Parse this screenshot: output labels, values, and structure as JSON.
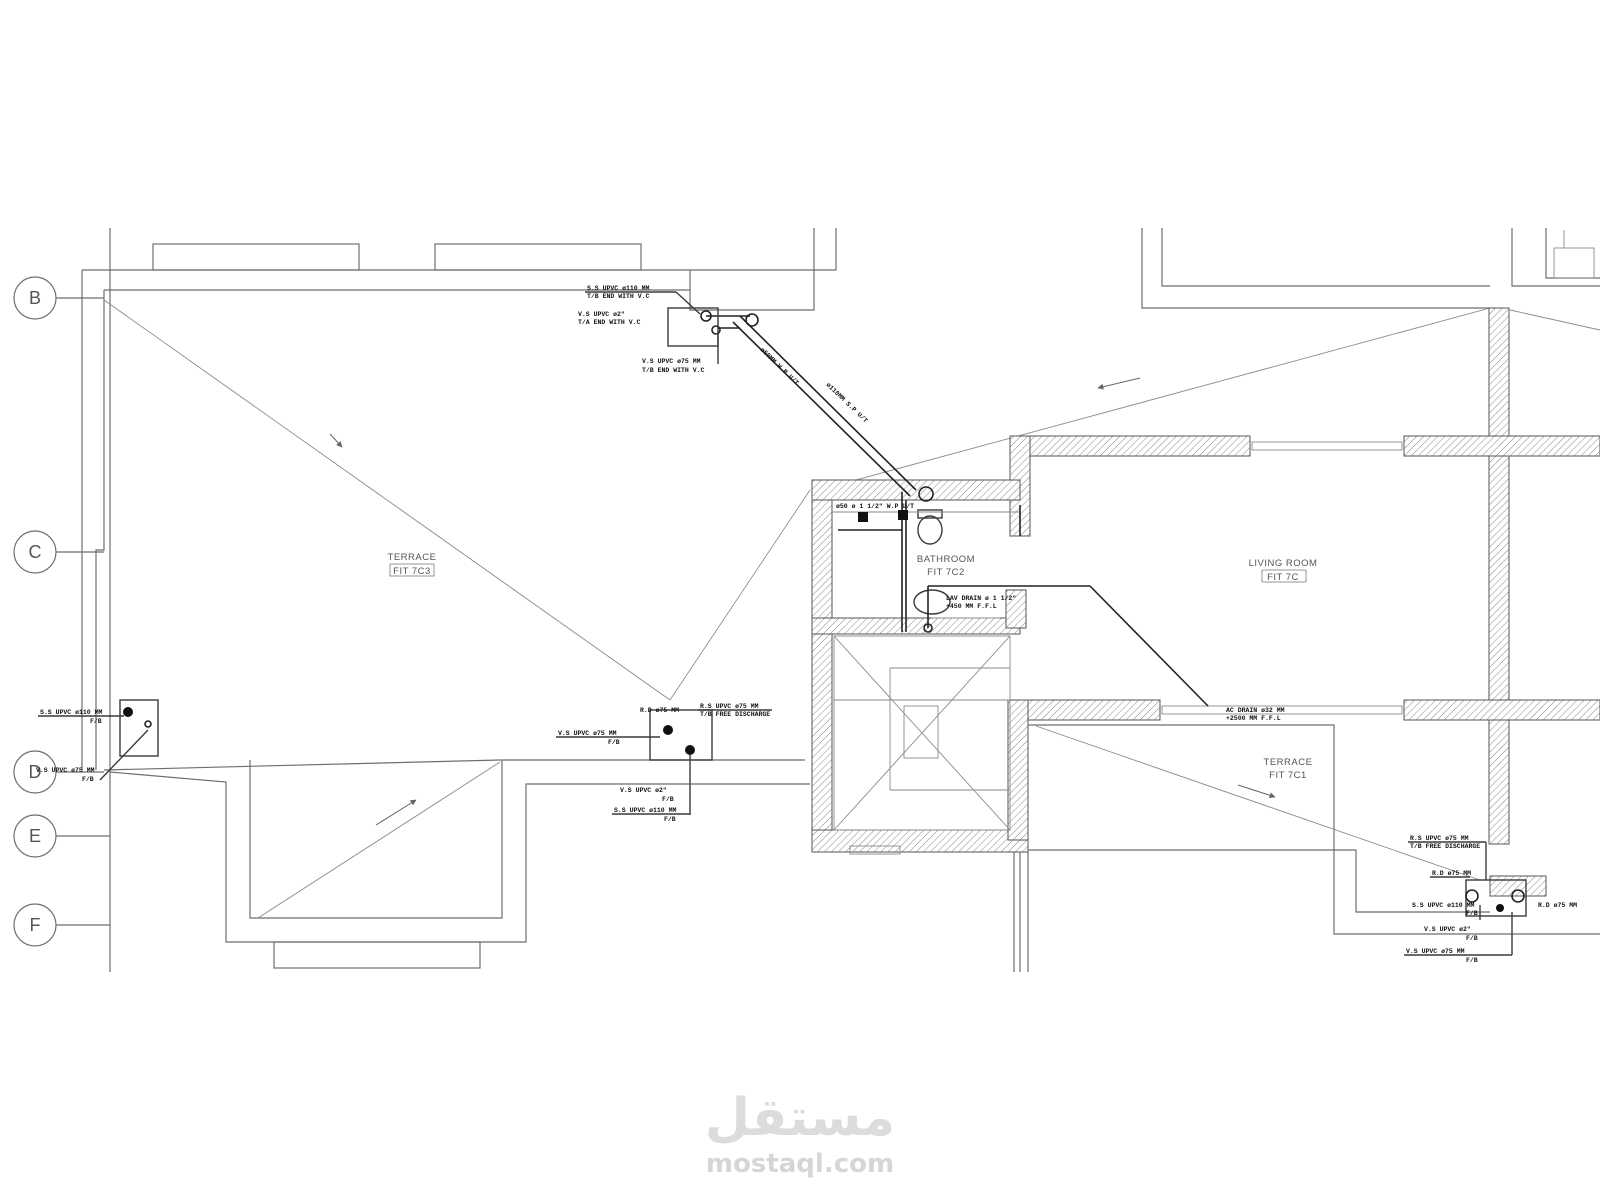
{
  "grid": {
    "b": "B",
    "c": "C",
    "d": "D",
    "e": "E",
    "f": "F"
  },
  "rooms": {
    "terrace_left": {
      "name": "TERRACE",
      "tag": "FIT 7C3"
    },
    "bathroom": {
      "name": "BATHROOM",
      "tag": "FIT 7C2"
    },
    "living": {
      "name": "LIVING ROOM",
      "tag": "FIT 7C"
    },
    "terrace_right": {
      "name": "TERRACE",
      "tag": "FIT 7C1"
    }
  },
  "labels": {
    "top_ss1": "S.S UPVC ø110 MM",
    "top_ss2": "T/B END WITH V.C",
    "top_vs1": "V.S UPVC ø2\"",
    "top_vs2": "T/A END WITH V.C",
    "top_vs3": "V.S UPVC ø75 MM",
    "top_vs4": "T/B END WITH V.C",
    "diag1": "ø110MM S.P U/T",
    "diag2": "ø50MM W.P U/T",
    "left_ss1": "S.S UPVC ø110 MM",
    "left_ss2": "F/B",
    "left_vs1": "V.S UPVC ø75 MM",
    "left_vs2": "F/B",
    "mid_rd": "R.D ø75 MM",
    "mid_rs1": "R.S UPVC ø75 MM",
    "mid_rs2": "T/B FREE DISCHARGE",
    "mid_vs1": "V.S UPVC ø75 MM",
    "mid_vs2": "F/B",
    "mid_vs3": "V.S UPVC ø2\"",
    "mid_vs4": "F/B",
    "mid_ss1": "S.S UPVC ø110 MM",
    "mid_ss2": "F/B",
    "bath_wp": "ø50 ø 1 1/2\" W.P U/T",
    "bath_lav1": "LAV DRAIN ø 1 1/2\"",
    "bath_lav2": "+450 MM F.F.L",
    "ac1": "AC DRAIN ø32 MM",
    "ac2": "+2500 MM F.F.L",
    "right_rs1": "R.S UPVC ø75 MM",
    "right_rs2": "T/B FREE DISCHARGE",
    "right_rd": "R.D ø75 MM",
    "right_ss1": "S.S UPVC ø110 MM",
    "right_ss2": "F/B",
    "right_rd2": "R.D ø75 MM",
    "right_vs1": "V.S UPVC ø2\"",
    "right_vs2": "F/B",
    "right_vs3": "V.S UPVC ø75 MM",
    "right_vs4": "F/B"
  },
  "watermark": {
    "arabic": "مستقل",
    "url": "mostaql.com"
  }
}
